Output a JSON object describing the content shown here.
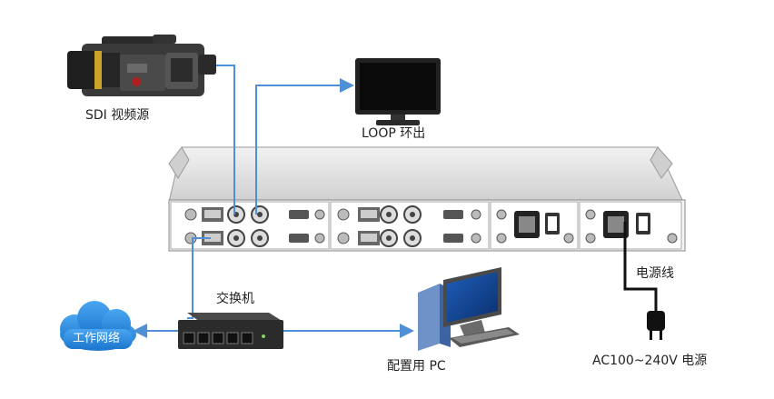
{
  "labels": {
    "camera": "SDI 视频源",
    "monitor": "LOOP 环出",
    "switch": "交换机",
    "network": "工作网络",
    "pc": "配置用 PC",
    "power_cord": "电源线",
    "power_source": "AC100~240V 电源"
  },
  "colors": {
    "cable": "#4f8fd6",
    "network_cloud": "#2f8fe0",
    "power_cable": "#111111",
    "chassis": "#d8d8d8"
  },
  "icons": {
    "camera": "video-camera-icon",
    "monitor": "monitor-icon",
    "switch": "network-switch-icon",
    "cloud": "cloud-icon",
    "pc": "desktop-pc-icon",
    "plug": "power-plug-icon"
  }
}
